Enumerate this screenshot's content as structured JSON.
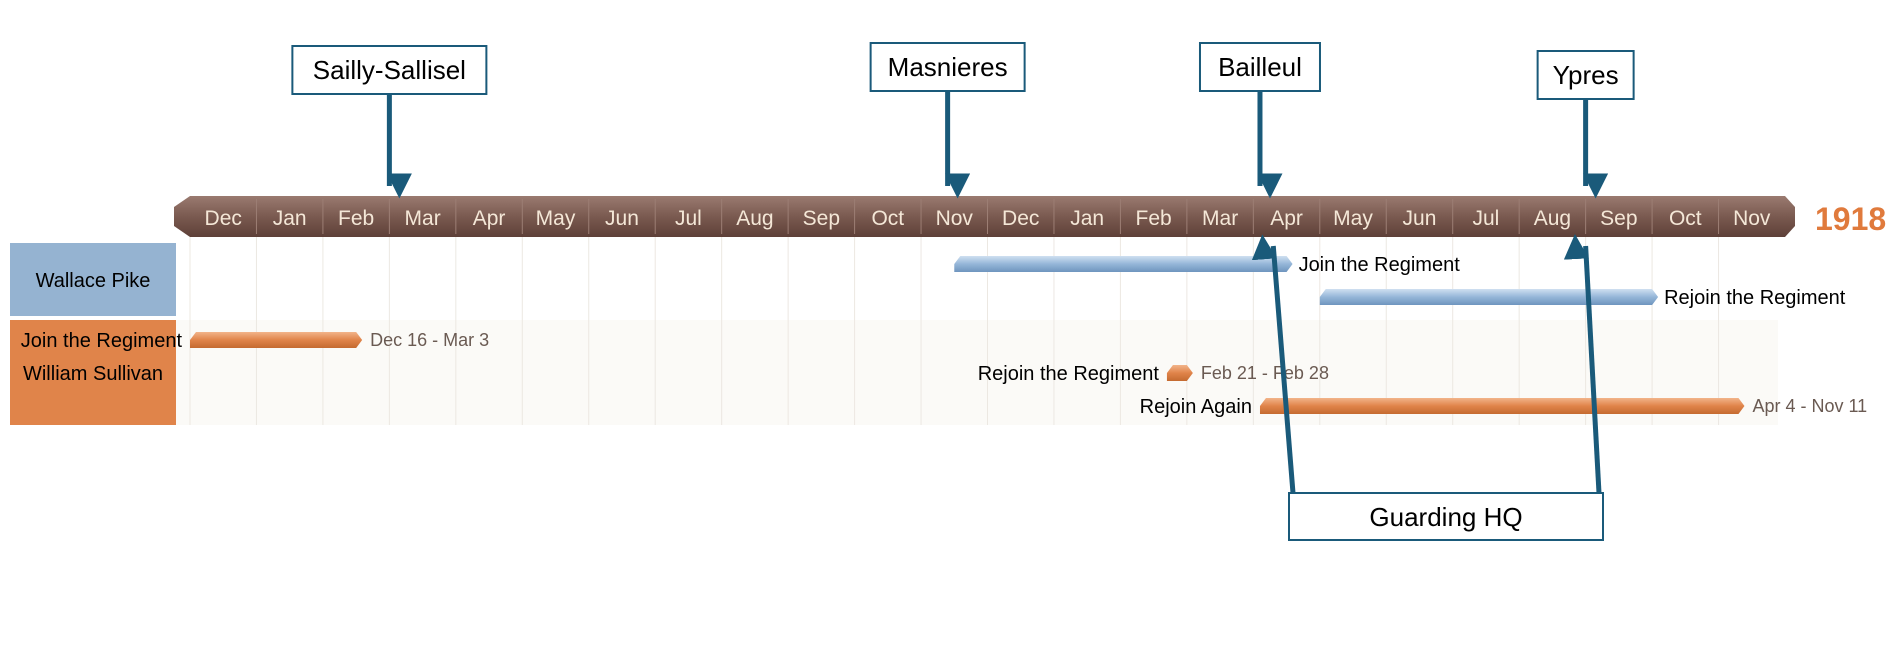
{
  "timeline": {
    "months": [
      "Dec",
      "Jan",
      "Feb",
      "Mar",
      "Apr",
      "May",
      "Jun",
      "Jul",
      "Aug",
      "Sep",
      "Oct",
      "Nov",
      "Dec",
      "Jan",
      "Feb",
      "Mar",
      "Apr",
      "May",
      "Jun",
      "Jul",
      "Aug",
      "Sep",
      "Oct",
      "Nov"
    ],
    "year_label": "1918",
    "colors": {
      "band": "#7a5a50",
      "month_text": "#f4e7d7",
      "year": "#e07a3c"
    }
  },
  "lanes": [
    {
      "name": "Wallace Pike",
      "color": "#95b3d1"
    },
    {
      "name": "William Sullivan",
      "color": "#e0844a"
    }
  ],
  "tasks": [
    {
      "lane": 0,
      "label": "Join the Regiment",
      "date": "",
      "start": 11.5,
      "end": 16.5,
      "label_side": "right"
    },
    {
      "lane": 0,
      "label": "Rejoin the Regiment",
      "date": "",
      "start": 17.0,
      "end": 22.0,
      "label_side": "right"
    },
    {
      "lane": 1,
      "label": "Join the Regiment",
      "date": "Dec 16 - Mar 3",
      "start": 0.0,
      "end": 2.5,
      "label_side": "left"
    },
    {
      "lane": 1,
      "label": "Rejoin the Regiment",
      "date": "Feb 21 - Feb 28",
      "start": 14.7,
      "end": 15.0,
      "label_side": "left"
    },
    {
      "lane": 1,
      "label": "Rejoin Again",
      "date": "Apr 4 - Nov 11",
      "start": 16.1,
      "end": 23.3,
      "label_side": "left"
    }
  ],
  "callouts": [
    {
      "label": "Sailly-Sallisel",
      "month": 3,
      "direction": "down"
    },
    {
      "label": "Masnieres",
      "month": 11.4,
      "direction": "down"
    },
    {
      "label": "Bailleul",
      "month": 16.1,
      "direction": "down"
    },
    {
      "label": "Ypres",
      "month": 21.0,
      "direction": "down"
    }
  ],
  "bottom_callout": {
    "label": "Guarding HQ",
    "targets": [
      16.3,
      21.0
    ]
  }
}
